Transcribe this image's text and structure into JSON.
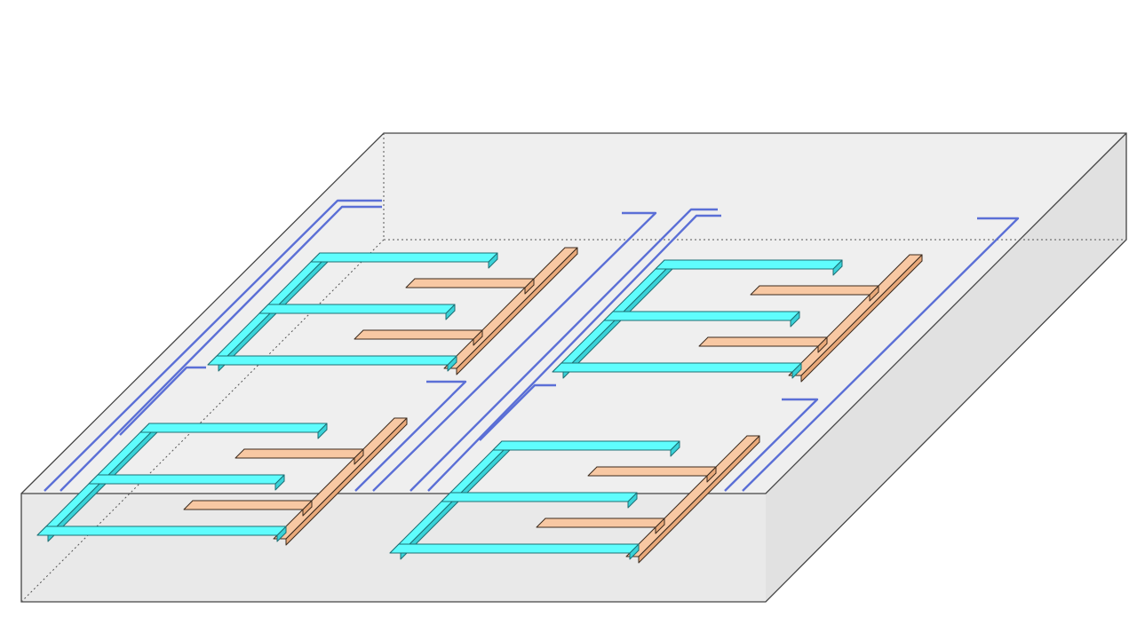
{
  "diagram": {
    "kind": "isometric-substrate-with-interdigitated-electrodes",
    "colors": {
      "background": "#ffffff",
      "substrate_top": "#efefef",
      "substrate_front": "#e9e9e9",
      "substrate_side": "#e1e1e1",
      "substrate_edge": "#444444",
      "hidden_edge": "#555555",
      "comb_a_top": "#5ffdfd",
      "comb_a_side": "#39d2d8",
      "comb_a_edge": "#1d6f74",
      "comb_b_top": "#f8c8a3",
      "comb_b_side": "#e9a97a",
      "comb_b_edge": "#3b2a1d",
      "trace": "#5b6fd6"
    },
    "cells": [
      {
        "name": "cell-back-left"
      },
      {
        "name": "cell-back-right"
      },
      {
        "name": "cell-front-left"
      },
      {
        "name": "cell-front-right"
      }
    ]
  }
}
